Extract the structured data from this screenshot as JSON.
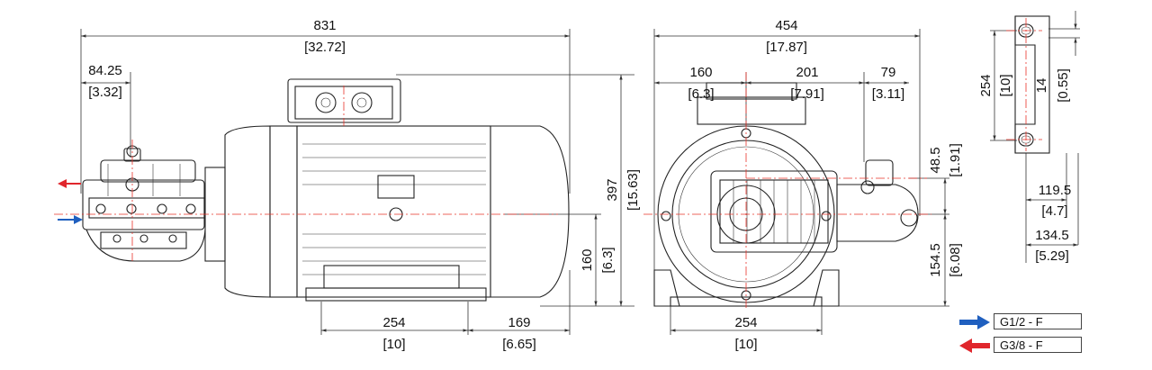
{
  "side_view": {
    "overall_length": {
      "mm": "831",
      "in": "[32.72]"
    },
    "pump_offset": {
      "mm": "84.25",
      "in": "[3.32]"
    },
    "overall_height": {
      "mm": "397",
      "in": "[15.63]"
    },
    "shaft_height": {
      "mm": "160",
      "in": "[6.3]"
    },
    "foot_spacing": {
      "mm": "254",
      "in": "[10]"
    },
    "foot_to_end": {
      "mm": "169",
      "in": "[6.65]"
    }
  },
  "front_view": {
    "overall_width": {
      "mm": "454",
      "in": "[17.87]"
    },
    "left_width": {
      "mm": "160",
      "in": "[6.3]"
    },
    "mid_width": {
      "mm": "201",
      "in": "[7.91]"
    },
    "right_width": {
      "mm": "79",
      "in": "[3.11]"
    },
    "upper_height": {
      "mm": "48.5",
      "in": "[1.91]"
    },
    "lower_height": {
      "mm": "154.5",
      "in": "[6.08]"
    },
    "foot_spacing": {
      "mm": "254",
      "in": "[10]"
    }
  },
  "foot_detail": {
    "hole_spacing": {
      "mm": "254",
      "in": "[10]"
    },
    "slot_width": {
      "mm": "14",
      "in": "[0.55]"
    },
    "offset_a": {
      "mm": "119.5",
      "in": "[4.7]"
    },
    "offset_b": {
      "mm": "134.5",
      "in": "[5.29]"
    }
  },
  "legend": {
    "inlet": {
      "label": "G1/2 - F",
      "color": "#1f5fbf"
    },
    "outlet": {
      "label": "G3/8 - F",
      "color": "#e0262c"
    }
  }
}
